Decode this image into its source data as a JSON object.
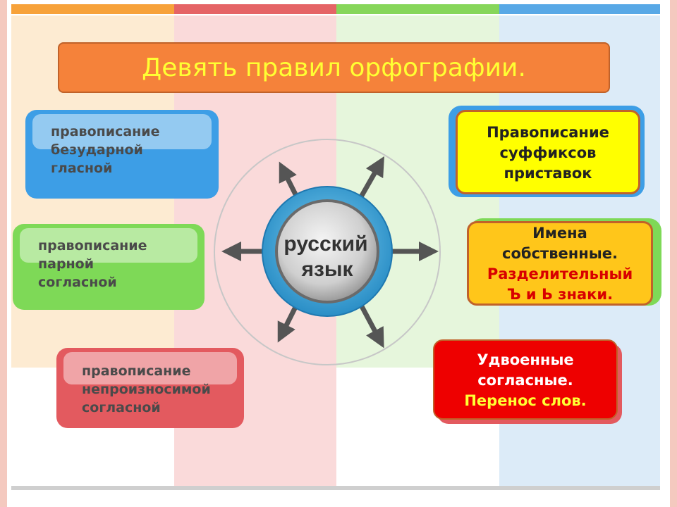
{
  "title": "Девять правил орфографии.",
  "center": {
    "line1": "русский",
    "line2": "язык"
  },
  "left_rules": [
    {
      "lines": [
        "правописание",
        "безударной",
        "гласной"
      ],
      "color": "#3d9ee6"
    },
    {
      "lines": [
        "правописание",
        "парной",
        "согласной"
      ],
      "color": "#7ed957"
    },
    {
      "lines": [
        "правописание",
        "непроизносимой",
        "согласной"
      ],
      "color": "#e35a5f"
    }
  ],
  "right_rules": [
    {
      "lines": [
        "Правописание",
        "суффиксов",
        "приставок"
      ],
      "fill": "#ffff00",
      "text_color": "#222222"
    },
    {
      "lines": [
        "Имена",
        "собственные."
      ],
      "extra": [
        "Разделительный",
        "Ъ и Ь знаки."
      ],
      "fill": "#ffc61a",
      "text_color": "#222222",
      "extra_color": "#d80000"
    },
    {
      "lines": [
        "Удвоенные",
        "согласные."
      ],
      "extra": [
        "Перенос слов."
      ],
      "fill": "#ee0000",
      "text_color": "#ffffff",
      "extra_color": "#ffff33"
    }
  ],
  "colors": {
    "orange": "#f7a23a",
    "red": "#e56466",
    "green": "#86d65a",
    "blue": "#58a8e6",
    "title_fill": "#f5823a",
    "title_text": "#ffff33"
  }
}
